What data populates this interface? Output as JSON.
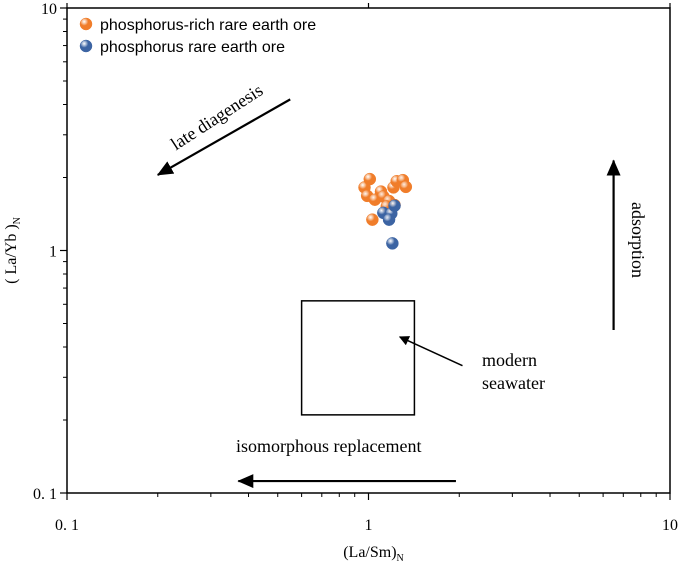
{
  "chart_data": {
    "type": "scatter",
    "x_scale": "log",
    "y_scale": "log",
    "xlim": [
      0.1,
      10
    ],
    "ylim": [
      0.1,
      10
    ],
    "xlabel_main": "(La/Sm)",
    "xlabel_sub": "N",
    "ylabel_main": "( La/Yb )",
    "ylabel_sub": "N",
    "x_tick_labels": [
      "0. 1",
      "1",
      "10"
    ],
    "y_tick_labels": [
      "0. 1",
      "1",
      "10"
    ],
    "legend_position": "top-left",
    "series": [
      {
        "name": "phosphorus-rich rare earth ore",
        "color": "#f07d2a",
        "points": [
          [
            0.97,
            1.82
          ],
          [
            1.01,
            1.97
          ],
          [
            1.1,
            1.75
          ],
          [
            1.21,
            1.82
          ],
          [
            1.24,
            1.93
          ],
          [
            1.3,
            1.95
          ],
          [
            1.33,
            1.83
          ],
          [
            0.99,
            1.68
          ],
          [
            1.05,
            1.62
          ],
          [
            1.12,
            1.67
          ],
          [
            1.17,
            1.6
          ],
          [
            1.22,
            1.54
          ],
          [
            1.15,
            1.52
          ],
          [
            1.03,
            1.34
          ]
        ]
      },
      {
        "name": "phosphorus rare earth ore",
        "color": "#3c64a3",
        "points": [
          [
            1.12,
            1.43
          ],
          [
            1.19,
            1.42
          ],
          [
            1.22,
            1.53
          ],
          [
            1.17,
            1.34
          ],
          [
            1.2,
            1.07
          ]
        ]
      }
    ],
    "annotations": {
      "late_diagenesis": "late diagenesis",
      "adsorption": "adsorption",
      "modern_seawater_line1": "modern",
      "modern_seawater_line2": "seawater",
      "isomorphous_replacement": "isomorphous replacement"
    },
    "seawater_box": {
      "x": [
        0.6,
        1.42
      ],
      "y": [
        0.21,
        0.62
      ]
    },
    "arrows": {
      "late_diagenesis": {
        "from": [
          0.55,
          4.2
        ],
        "to": [
          0.2,
          2.05
        ]
      },
      "adsorption": {
        "from": [
          6.5,
          0.47
        ],
        "to": [
          6.5,
          2.35
        ]
      },
      "isomorphous_replacement": {
        "from": [
          1.95,
          0.112
        ],
        "to": [
          0.37,
          0.112
        ]
      },
      "modern_seawater": {
        "from": [
          2.05,
          0.335
        ],
        "to": [
          1.27,
          0.44
        ]
      }
    }
  }
}
